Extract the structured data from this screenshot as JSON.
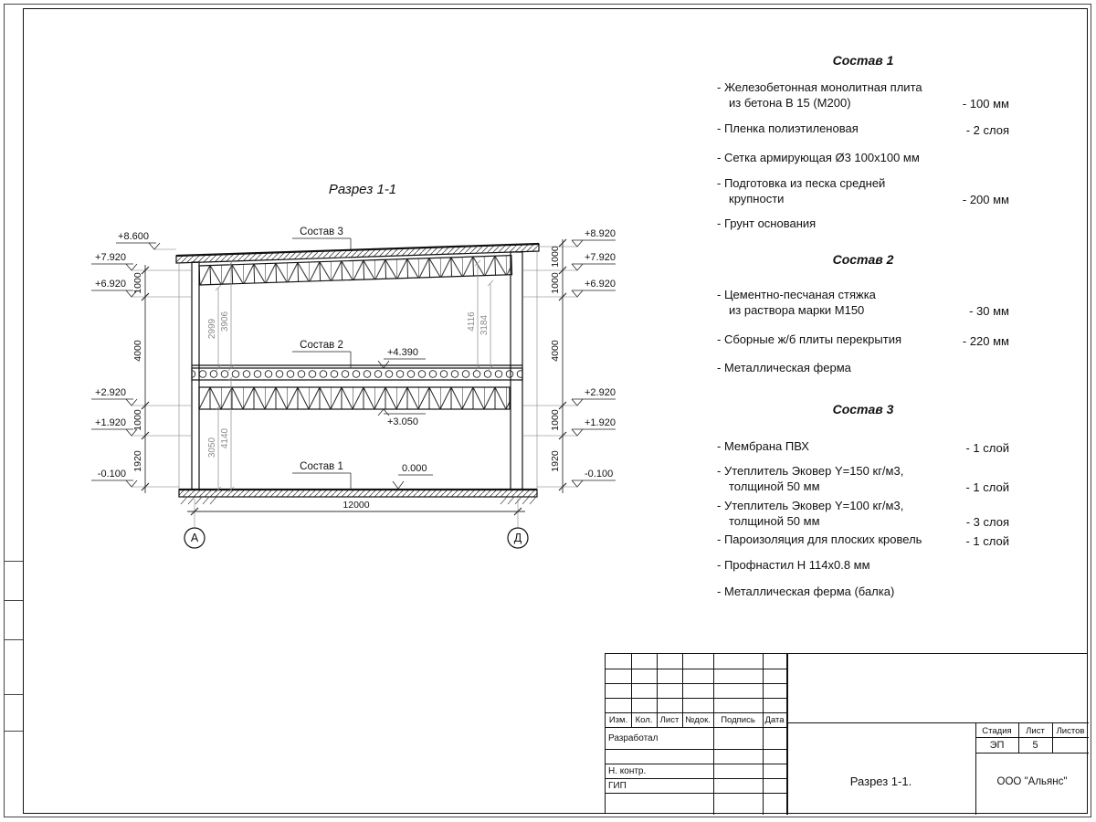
{
  "sheet": {
    "drawing_title": "Разрез 1-1",
    "section": {
      "labels": {
        "sostav1": "Состав 1",
        "sostav2": "Состав 2",
        "sostav3": "Состав 3"
      },
      "levels": {
        "mid_slab": "+4.390",
        "truss_bottom": "+3.050",
        "floor": "0.000"
      },
      "elev_left": [
        "+8.600",
        "+7.920",
        "+6.920",
        "+2.920",
        "+1.920",
        "-0.100"
      ],
      "elev_right": [
        "+8.920",
        "+7.920",
        "+6.920",
        "+2.920",
        "+1.920",
        "-0.100"
      ],
      "dims_left": [
        "1000",
        "4000",
        "1000",
        "1920"
      ],
      "dims_right": [
        "1000",
        "1000",
        "4000",
        "1000",
        "1920"
      ],
      "dims_inner": [
        "2999",
        "3906",
        "4116",
        "3184",
        "3050",
        "4140"
      ],
      "dim_total": "12000",
      "axis_left": "А",
      "axis_right": "Д"
    }
  },
  "specs": [
    {
      "title": "Состав 1",
      "items": [
        {
          "text": "- Железобетонная  монолитная плита\nиз бетона В 15 (М200)",
          "value": "- 100 мм"
        },
        {
          "text": "- Пленка полиэтиленовая",
          "value": "- 2 слоя"
        },
        {
          "text": "- Сетка армирующая Ø3 100х100 мм",
          "value": ""
        },
        {
          "text": "- Подготовка из песка средней\nкрупности",
          "value": "- 200 мм"
        },
        {
          "text": "- Грунт основания",
          "value": ""
        }
      ]
    },
    {
      "title": "Состав 2",
      "items": [
        {
          "text": "- Цементно-песчаная стяжка\nиз раствора марки М150",
          "value": "- 30 мм"
        },
        {
          "text": "- Сборные ж/б плиты перекрытия",
          "value": "- 220 мм"
        },
        {
          "text": "- Металлическая ферма",
          "value": ""
        }
      ]
    },
    {
      "title": "Состав 3",
      "items": [
        {
          "text": "- Мембрана ПВХ",
          "value": "- 1 слой"
        },
        {
          "text": "- Утеплитель Эковер Y=150 кг/м3,\nтолщиной 50 мм",
          "value": "- 1 слой"
        },
        {
          "text": "- Утеплитель Эковер Y=100 кг/м3,\nтолщиной 50 мм",
          "value": "- 3 слоя"
        },
        {
          "text": "- Пароизоляция для плоских кровель",
          "value": "- 1 слой"
        },
        {
          "text": "- Профнастил Н 114х0.8 мм",
          "value": ""
        },
        {
          "text": "- Металлическая ферма (балка)",
          "value": ""
        }
      ]
    }
  ],
  "titleblock": {
    "header": [
      "Изм.",
      "Кол.",
      "Лист",
      "№док.",
      "Подпись",
      "Дата"
    ],
    "rows": [
      "Разработал",
      "Н. контр.",
      "ГИП"
    ],
    "stage_label": "Стадия",
    "sheet_label": "Лист",
    "sheets_label": "Листов",
    "stage": "ЭП",
    "sheet": "5",
    "doc_title": "Разрез  1-1.",
    "company": "ООО \"Альянс\""
  }
}
